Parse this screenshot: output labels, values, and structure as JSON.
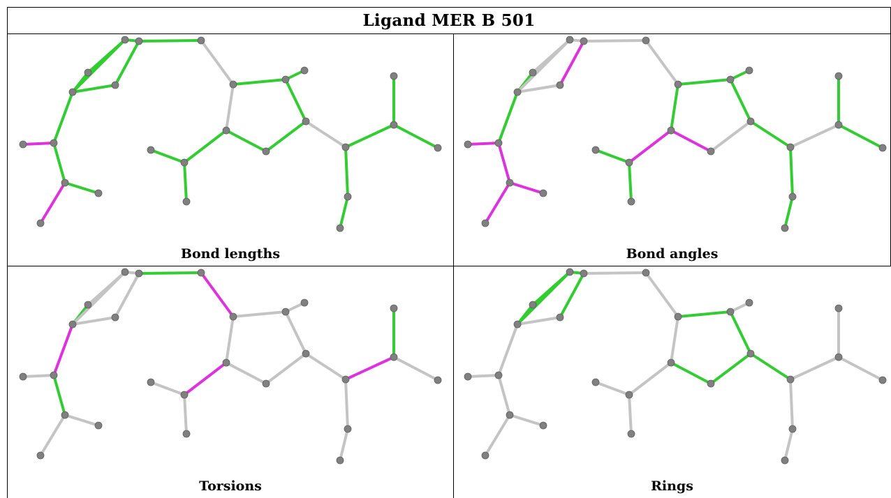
{
  "title": "Ligand MER B 501",
  "colors": {
    "green": "#33cc33",
    "magenta": "#dd33dd",
    "gray": "#c4c4c4",
    "atom": "#808080"
  },
  "panels": [
    {
      "caption": "Bond lengths"
    },
    {
      "caption": "Bond angles"
    },
    {
      "caption": "Torsions"
    },
    {
      "caption": "Rings"
    }
  ]
}
